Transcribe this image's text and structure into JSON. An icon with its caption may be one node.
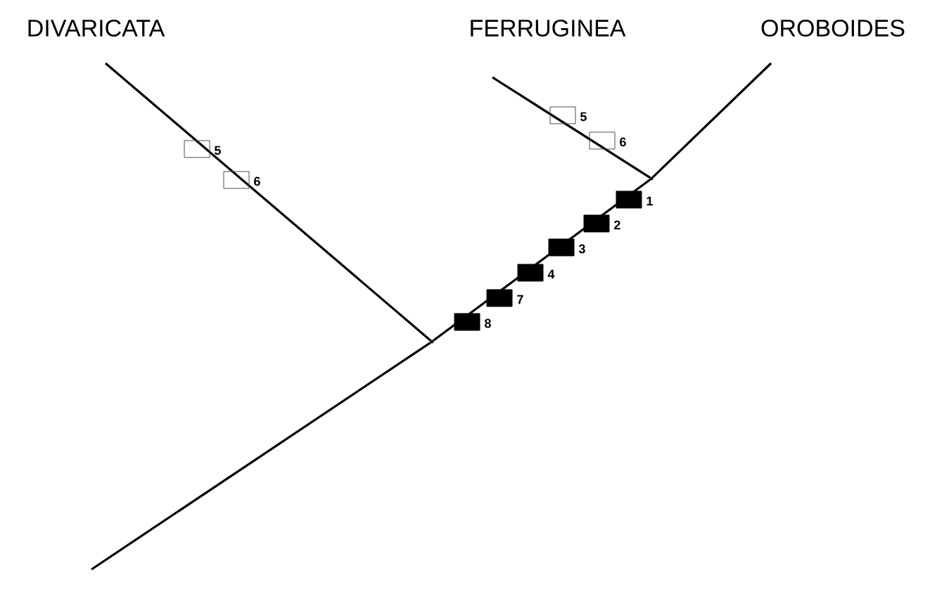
{
  "diagram": {
    "nodes": [
      {
        "text": [
          "DIVARICATA"
        ]
      },
      {
        "text": [
          "FERRUGINEA"
        ]
      },
      {
        "text": [
          "OROBOIDES"
        ]
      },
      {
        "text": [],
        "shape": "point"
      },
      {
        "text": [],
        "shape": "point"
      }
    ],
    "edges": [
      {
        "from": null,
        "to": 3,
        "arrow": "none"
      },
      {
        "from": 3,
        "to": 0,
        "arrow": "none"
      },
      {
        "from": 3,
        "to": 4,
        "arrow": "none"
      },
      {
        "from": 4,
        "to": 1,
        "arrow": "none"
      },
      {
        "from": 4,
        "to": 2,
        "arrow": "none"
      }
    ],
    "labels": [
      "5",
      "6",
      "5",
      "6",
      "1",
      "2",
      "3",
      "4",
      "7",
      "8"
    ]
  }
}
